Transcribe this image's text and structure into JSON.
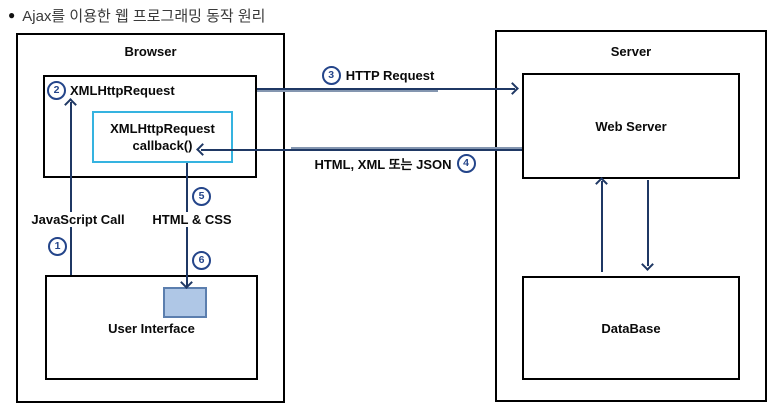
{
  "title": {
    "bullet": "●",
    "text": "Ajax를 이용한 웹 프로그래밍 동작 원리"
  },
  "browser": {
    "label": "Browser",
    "xhr": {
      "step": "2",
      "label": "XMLHttpRequest"
    },
    "callback": {
      "line1": "XMLHttpRequest",
      "line2": "callback()"
    },
    "javascript_call": {
      "step": "1",
      "label": "JavaScript Call"
    },
    "html_css": {
      "label": "HTML & CSS",
      "step_from_callback": "5",
      "step_to_ui": "6"
    },
    "user_interface": {
      "label": "User Interface"
    }
  },
  "server": {
    "label": "Server",
    "web_server": {
      "label": "Web Server"
    },
    "database": {
      "label": "DataBase"
    }
  },
  "flows": {
    "http_request": {
      "step": "3",
      "label": "HTTP Request"
    },
    "response": {
      "label": "HTML, XML 또는 JSON",
      "step": "4"
    }
  },
  "colors": {
    "navy": "#1F3864",
    "slate": "#8496B0",
    "cyan_border": "#35B3E0",
    "box_border": "#000000",
    "ui_square_fill": "#AFC7E6",
    "ui_square_border": "#5B7EAE",
    "title_color": "#3A3A3A"
  }
}
